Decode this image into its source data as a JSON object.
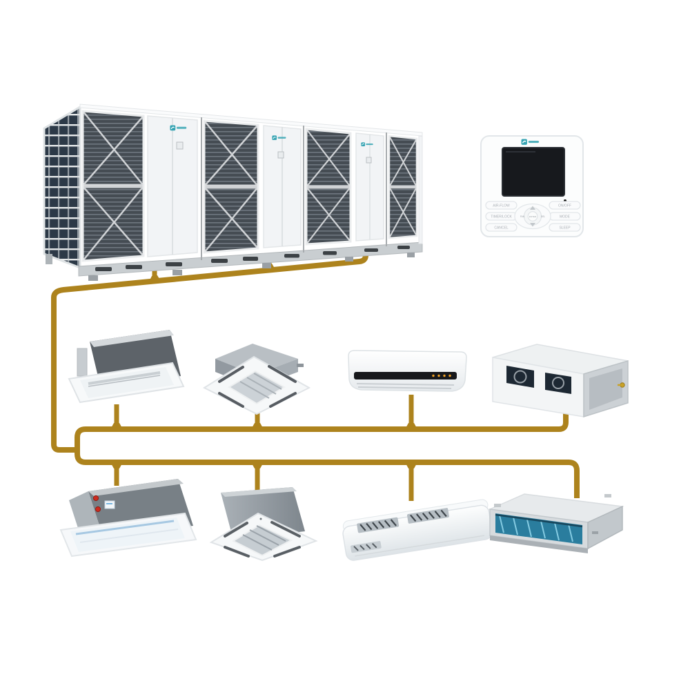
{
  "scene": {
    "background": "#ffffff",
    "description": "VRF HVAC system diagram: an outdoor unit module array piped with golden refrigerant lines to two branch buses serving eight indoor units, plus a wired remote controller"
  },
  "palette": {
    "pipe": "#ad831d",
    "brand_teal": "#35a3b2",
    "grille_dark": "#454c53",
    "coil_dark": "#2c3947",
    "panel_white": "#f4f6f7",
    "body_gray": "#8f969c",
    "screen_black": "#17191d",
    "indicator_amber": "#f0a024",
    "fan_opening_navy": "#1d2833",
    "coil_opening_blue": "#2a7d9e",
    "metal_gray": "#ccd1d5",
    "valve_red": "#cc2b1f",
    "valve_brass": "#c9a227"
  },
  "outdoor_array": {
    "module_count": 4,
    "visible_logos": 3
  },
  "controller": {
    "buttons_left": [
      "AIR-FLOW",
      "TIMER/LOCK",
      "CANCEL"
    ],
    "buttons_right": [
      "ON/OFF",
      "MODE",
      "SLEEP"
    ],
    "center_button": "ENTER",
    "center_left": "FAN",
    "center_right": "DEL"
  },
  "wall_unit": {
    "indicator_count": 4
  },
  "units": [
    {
      "id": "outdoor-unit-array",
      "type": "VRF outdoor unit modules"
    },
    {
      "id": "wired-remote-controller",
      "type": "wall-mounted wired controller"
    },
    {
      "id": "cassette-1way-a",
      "type": "one-way cassette indoor unit"
    },
    {
      "id": "cassette-4way-a",
      "type": "four-way cassette indoor unit"
    },
    {
      "id": "wall-mounted",
      "type": "high-wall split indoor unit"
    },
    {
      "id": "duct-high-static",
      "type": "high static pressure ducted indoor unit"
    },
    {
      "id": "cassette-1way-b",
      "type": "one-way cassette indoor unit with valves"
    },
    {
      "id": "cassette-4way-b",
      "type": "compact four-way cassette indoor unit"
    },
    {
      "id": "ceiling-suspended",
      "type": "ceiling suspended indoor unit"
    },
    {
      "id": "duct-slim",
      "type": "slim ducted indoor unit"
    }
  ],
  "topology": {
    "trunk": "outdoor-unit-array",
    "branch_upper": [
      "cassette-1way-a",
      "cassette-4way-a",
      "wall-mounted",
      "duct-high-static"
    ],
    "branch_lower": [
      "cassette-1way-b",
      "cassette-4way-b",
      "ceiling-suspended",
      "duct-slim"
    ]
  }
}
